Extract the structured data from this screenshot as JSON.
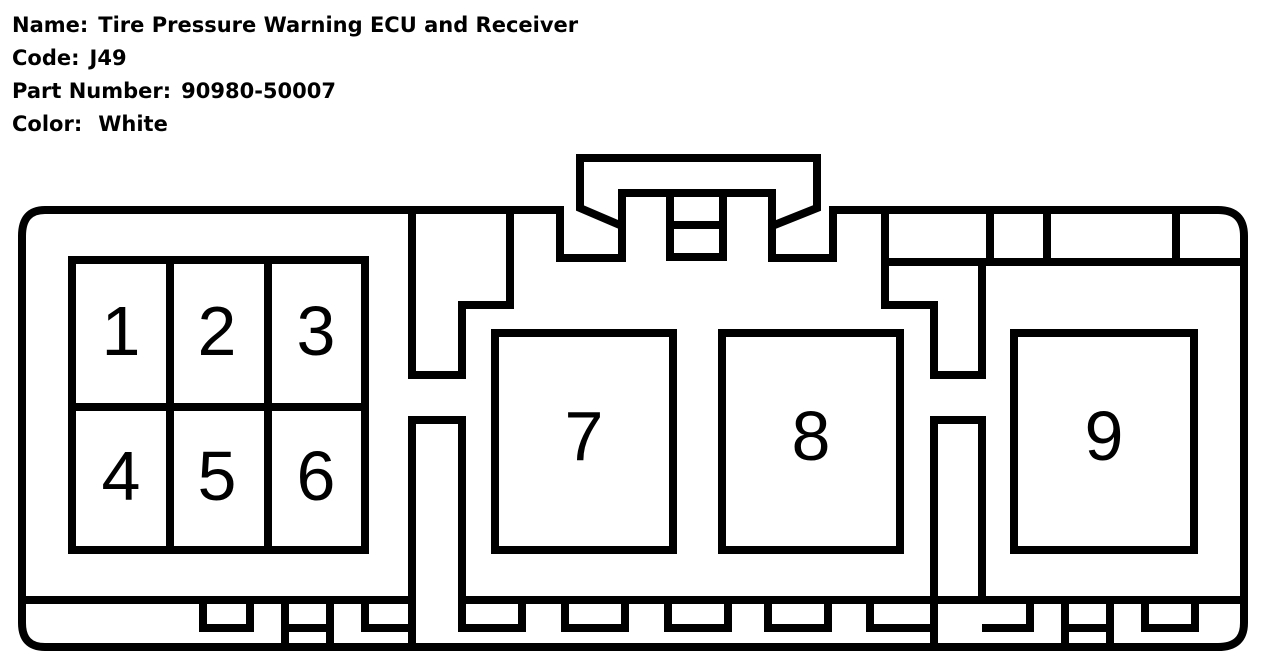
{
  "info": {
    "name": {
      "label": "Name:",
      "value": "Tire Pressure Warning ECU and Receiver"
    },
    "code": {
      "label": "Code:",
      "value": "J49"
    },
    "part_number": {
      "label": "Part Number:",
      "value": "90980-50007"
    },
    "color": {
      "label": "Color:",
      "value": "White"
    }
  },
  "connector": {
    "pins": [
      "1",
      "2",
      "3",
      "4",
      "5",
      "6",
      "7",
      "8",
      "9"
    ],
    "stroke_color": "#000000",
    "fill_color": "#ffffff"
  }
}
